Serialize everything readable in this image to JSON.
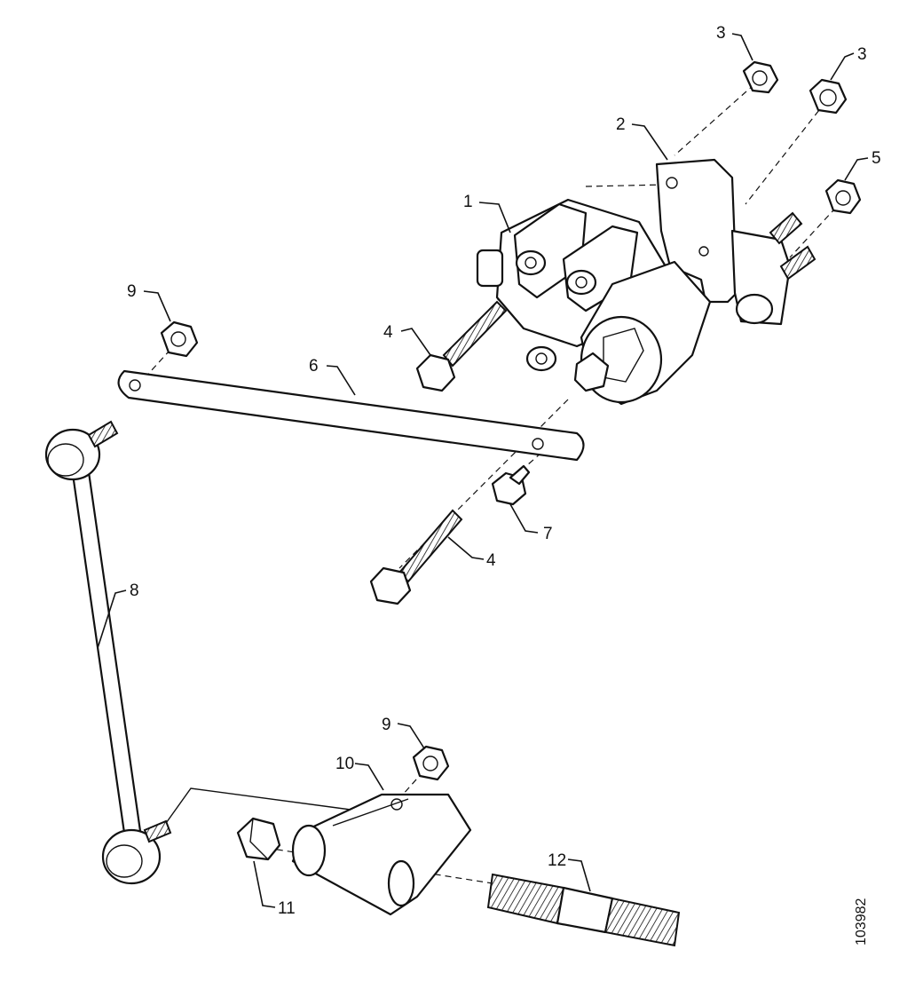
{
  "diagram": {
    "reference_number": "103982",
    "callouts": [
      {
        "id": "1",
        "part": "sensor-body"
      },
      {
        "id": "2",
        "part": "mounting-bracket"
      },
      {
        "id": "3",
        "part": "nut-upper-left"
      },
      {
        "id": "3",
        "part": "nut-upper-right"
      },
      {
        "id": "4",
        "part": "bolt-upper"
      },
      {
        "id": "5",
        "part": "nut-right"
      },
      {
        "id": "6",
        "part": "lever-arm"
      },
      {
        "id": "9",
        "part": "nut-lever"
      },
      {
        "id": "7",
        "part": "small-bolt"
      },
      {
        "id": "4",
        "part": "bolt-lower"
      },
      {
        "id": "8",
        "part": "link-rod"
      },
      {
        "id": "9",
        "part": "nut-lower"
      },
      {
        "id": "10",
        "part": "lower-bracket"
      },
      {
        "id": "12",
        "part": "threaded-stud"
      },
      {
        "id": "11",
        "part": "hex-nut"
      }
    ]
  }
}
